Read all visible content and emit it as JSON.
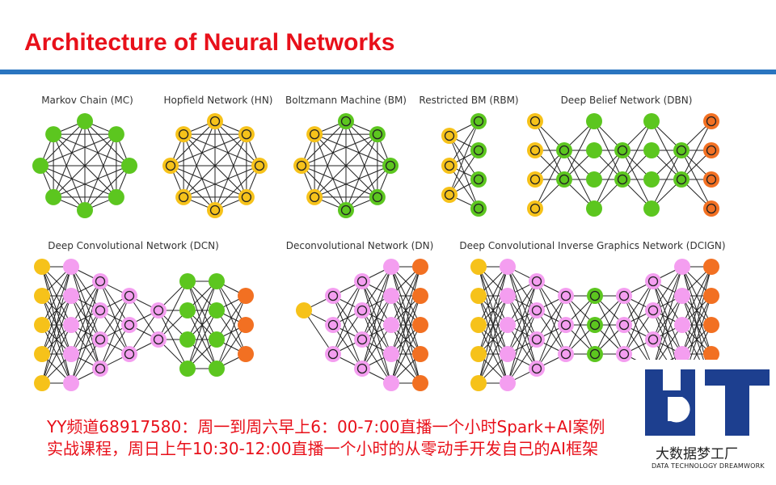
{
  "title": "Architecture of Neural Networks",
  "colors": {
    "accent_rule": "#2a75c0",
    "title": "#e8101a",
    "input_cell": "#f6c21a",
    "hidden_cell": "#5cc61f",
    "output_cell": "#f27022",
    "kernel_cell": "#f49ef0"
  },
  "networks": [
    {
      "label": "Markov Chain (MC)"
    },
    {
      "label": "Hopfield Network (HN)"
    },
    {
      "label": "Boltzmann Machine (BM)"
    },
    {
      "label": "Restricted BM (RBM)"
    },
    {
      "label": "Deep Belief Network (DBN)"
    },
    {
      "label": "Deep Convolutional Network (DCN)"
    },
    {
      "label": "Deconvolutional Network (DN)"
    },
    {
      "label": "Deep Convolutional Inverse Graphics Network (DCIGN)"
    }
  ],
  "footer": {
    "line1": "YY频道68917580：周一到周六早上6：00-7:00直播一个小时Spark+AI案例",
    "line2": "实战课程，周日上午10:30-12:00直播一个小时的从零动手开发自己的AI框架"
  },
  "logo": {
    "name": "大数据梦工厂",
    "tagline": "DATA TECHNOLOGY DREAMWORK",
    "mark_text": "DT"
  }
}
